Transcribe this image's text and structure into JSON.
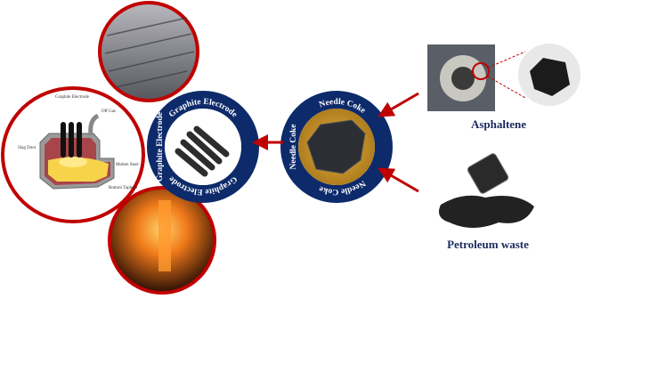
{
  "labels": {
    "asphaltene": "Asphaltene",
    "petroleum_waste": "Petroleum waste"
  },
  "rings": {
    "graphite": {
      "text": "Graphite Electrode"
    },
    "needle": {
      "text": "Needle Coke"
    }
  },
  "furnace": {
    "graphite_electrode": "Graphite Electrode",
    "off_gas": "Off Gas",
    "slag_door": "Slag Door",
    "molten_steel": "Molten Steel",
    "bottom_taphole": "Bottom Taphole"
  },
  "colors": {
    "ring": "#0d2a6b",
    "accent_red": "#c00000",
    "label": "#1a2a5e"
  }
}
